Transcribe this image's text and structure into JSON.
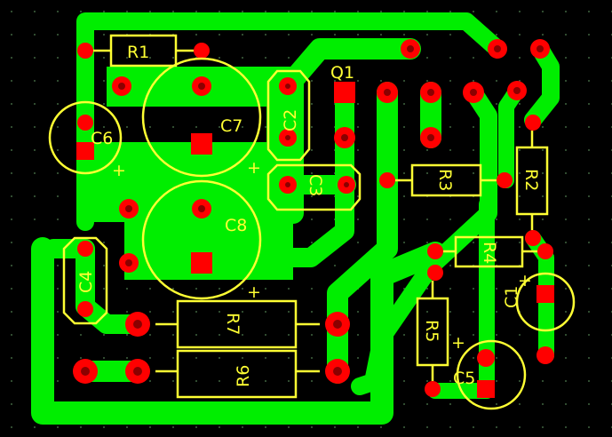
{
  "board": {
    "colors": {
      "background": "#000000",
      "copper": "#00ee00",
      "pad": "#ff0000",
      "hole": "#8b0000",
      "silk": "#ffff33"
    },
    "labels": {
      "R1": "R1",
      "R2": "R2",
      "R3": "R3",
      "R4": "R4",
      "R5": "R5",
      "R6": "R6",
      "R7": "R7",
      "C1": "C1",
      "C2": "C2",
      "C3": "C3",
      "C4": "C4",
      "C5": "C5",
      "C6": "C6",
      "C7": "C7",
      "C8": "C8",
      "Q1": "Q1",
      "plus": "+"
    }
  }
}
